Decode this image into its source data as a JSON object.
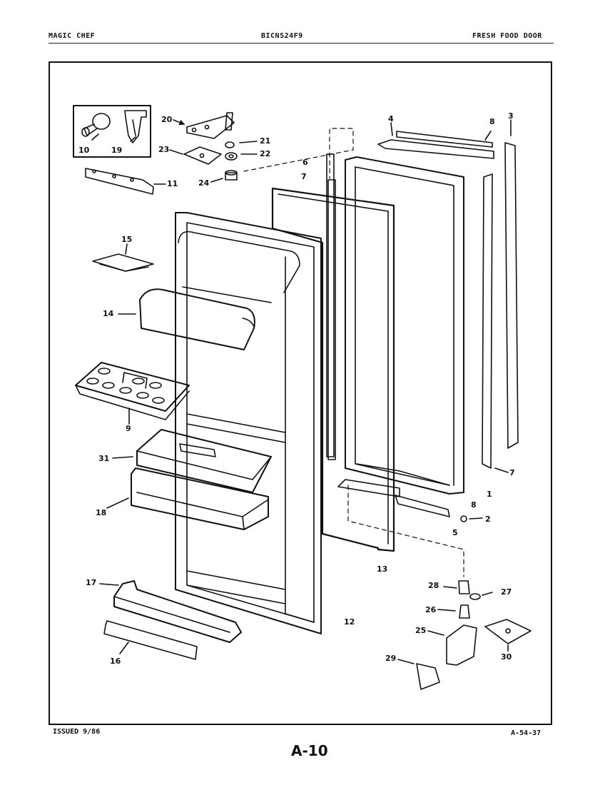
{
  "header": {
    "brand": "MAGIC CHEF",
    "model": "BICNS24F9",
    "section": "FRESH FOOD DOOR"
  },
  "footer": {
    "issued": "ISSUED 9/86",
    "code": "A-54-37",
    "page": "A-10"
  },
  "callouts": [
    {
      "id": "c1",
      "text": "1"
    },
    {
      "id": "c2",
      "text": "2"
    },
    {
      "id": "c3",
      "text": "3"
    },
    {
      "id": "c4",
      "text": "4"
    },
    {
      "id": "c5",
      "text": "5"
    },
    {
      "id": "c6",
      "text": "6"
    },
    {
      "id": "c7a",
      "text": "7"
    },
    {
      "id": "c7b",
      "text": "7"
    },
    {
      "id": "c8a",
      "text": "8"
    },
    {
      "id": "c8b",
      "text": "8"
    },
    {
      "id": "c9",
      "text": "9"
    },
    {
      "id": "c10",
      "text": "10"
    },
    {
      "id": "c11",
      "text": "11"
    },
    {
      "id": "c12",
      "text": "12"
    },
    {
      "id": "c13",
      "text": "13"
    },
    {
      "id": "c14",
      "text": "14"
    },
    {
      "id": "c15",
      "text": "15"
    },
    {
      "id": "c16",
      "text": "16"
    },
    {
      "id": "c17",
      "text": "17"
    },
    {
      "id": "c18",
      "text": "18"
    },
    {
      "id": "c19",
      "text": "19"
    },
    {
      "id": "c20",
      "text": "20"
    },
    {
      "id": "c21",
      "text": "21"
    },
    {
      "id": "c22",
      "text": "22"
    },
    {
      "id": "c23",
      "text": "23"
    },
    {
      "id": "c24",
      "text": "24"
    },
    {
      "id": "c25",
      "text": "25"
    },
    {
      "id": "c26",
      "text": "26"
    },
    {
      "id": "c27",
      "text": "27"
    },
    {
      "id": "c28",
      "text": "28"
    },
    {
      "id": "c29",
      "text": "29"
    },
    {
      "id": "c30",
      "text": "30"
    },
    {
      "id": "c31",
      "text": "31"
    }
  ]
}
